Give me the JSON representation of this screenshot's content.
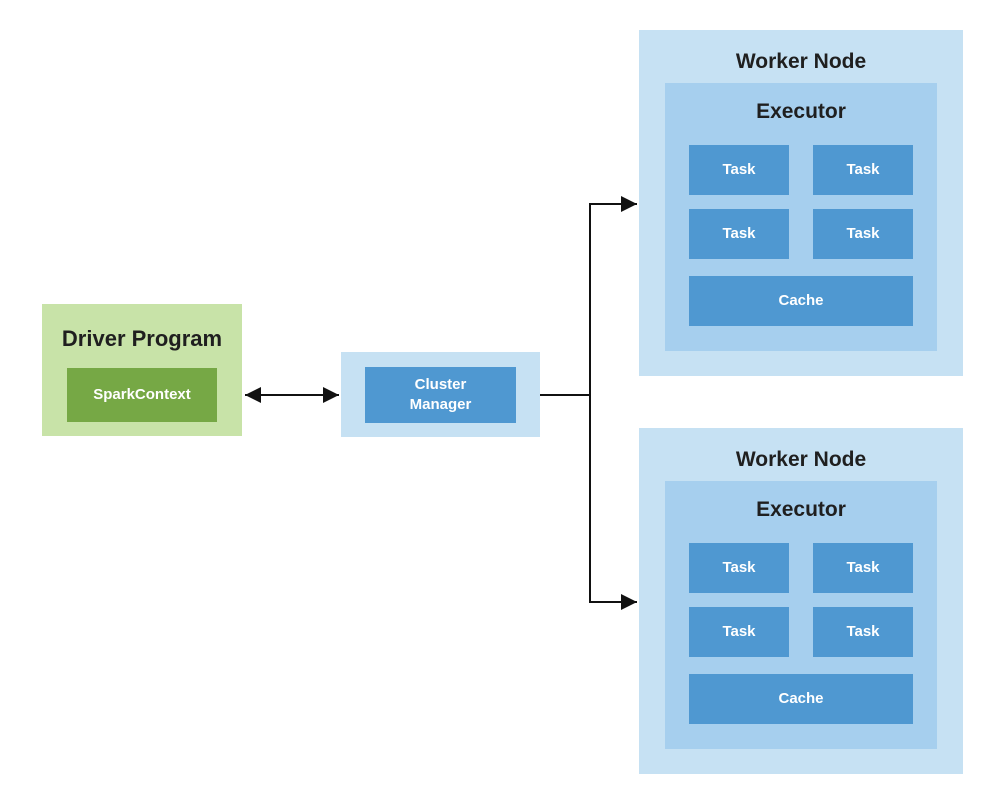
{
  "driver": {
    "title": "Driver Program",
    "context": "SparkContext"
  },
  "cluster_manager": {
    "line1": "Cluster",
    "line2": "Manager"
  },
  "workers": [
    {
      "title": "Worker Node",
      "executor": {
        "title": "Executor",
        "tasks": [
          "Task",
          "Task",
          "Task",
          "Task"
        ],
        "cache": "Cache"
      }
    },
    {
      "title": "Worker Node",
      "executor": {
        "title": "Executor",
        "tasks": [
          "Task",
          "Task",
          "Task",
          "Task"
        ],
        "cache": "Cache"
      }
    }
  ],
  "colors": {
    "driver_bg": "#c8e3a8",
    "spark_bg": "#76a845",
    "node_bg": "#c6e1f3",
    "executor_bg": "#a6cfee",
    "chip_bg": "#4f98d1",
    "line": "#111111"
  }
}
